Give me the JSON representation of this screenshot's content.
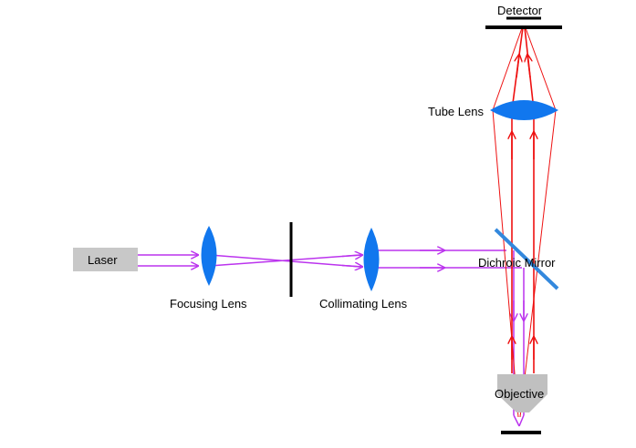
{
  "labels": {
    "laser": "Laser",
    "focusing_lens": "Focusing Lens",
    "collimating_lens": "Collimating Lens",
    "dichroic_mirror": "Dichroic Mirror",
    "tube_lens": "Tube Lens",
    "detector": "Detector",
    "objective": "Objective"
  },
  "colors": {
    "laser_beam": "#bb33ee",
    "emission": "#ee1111",
    "lens": "#1177ee",
    "mirror": "#3388dd",
    "laser_box": "#c8c8c8",
    "objective": "#c0c0c0",
    "stop": "#000000"
  }
}
